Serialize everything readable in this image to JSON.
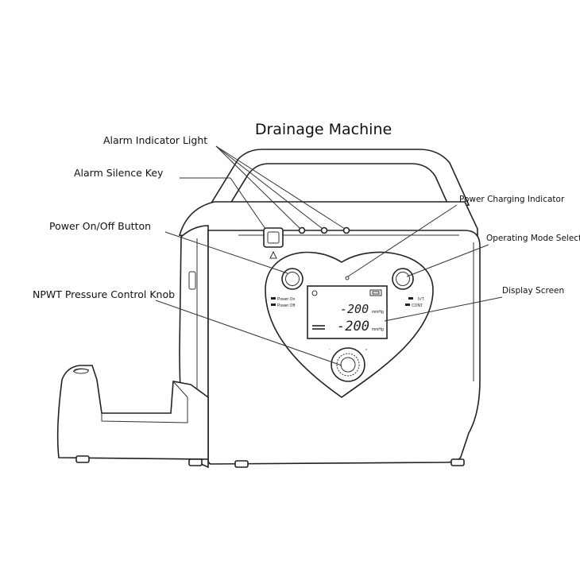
{
  "title": "Drainage Machine",
  "labels": {
    "alarm_indicator_light": "Alarm Indicator Light",
    "alarm_silence_key": "Alarm Silence Key",
    "power_button": "Power On/Off Button",
    "pressure_knob": "NPWT Pressure Control Knob",
    "charging_indicator": "Power Charging Indicator",
    "mode_selector": "Operating Mode Selector",
    "display_screen": "Display Screen"
  },
  "panel": {
    "power_on": "Power On",
    "power_off": "Power Off",
    "mode_ivt": "IVT",
    "mode_cont": "CONT"
  },
  "display": {
    "reading_1": "-200",
    "unit_1": "mmHg",
    "reading_2": "-200",
    "unit_2": "mmHg"
  }
}
